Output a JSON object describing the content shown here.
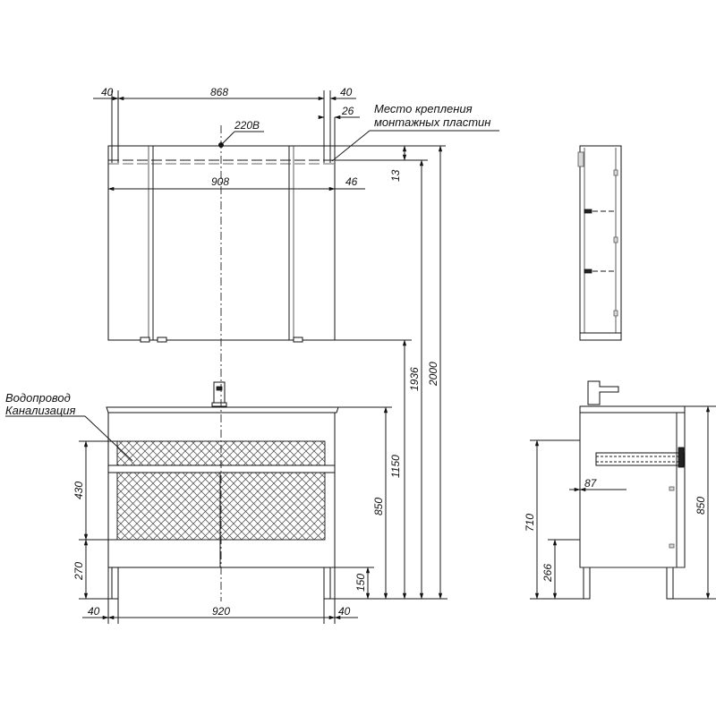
{
  "labels": {
    "mount_place_line1": "Место крепления",
    "mount_place_line2": "монтажных пластин",
    "voltage": "220В",
    "water_line1": "Водопровод",
    "water_line2": "Канализация"
  },
  "dims": {
    "mirror_left_offset": "40",
    "mirror_plate_span": "868",
    "mirror_right_offset": "40",
    "mirror_plate_gap": "26",
    "mirror_width": "908",
    "mirror_edge_offset": "46",
    "mirror_top_offset": "13",
    "height_to_socket": "1936",
    "height_total": "2000",
    "vanity_top_height": "1150",
    "vanity_height": "850",
    "vanity_leg_height": "150",
    "pipes_zone_height": "430",
    "pipes_bottom_height": "270",
    "vanity_left_offset": "40",
    "vanity_width": "920",
    "vanity_right_offset": "40",
    "side_water_offset": "87",
    "side_water_height": "710",
    "side_drain_height": "266",
    "side_vanity_height": "850"
  }
}
